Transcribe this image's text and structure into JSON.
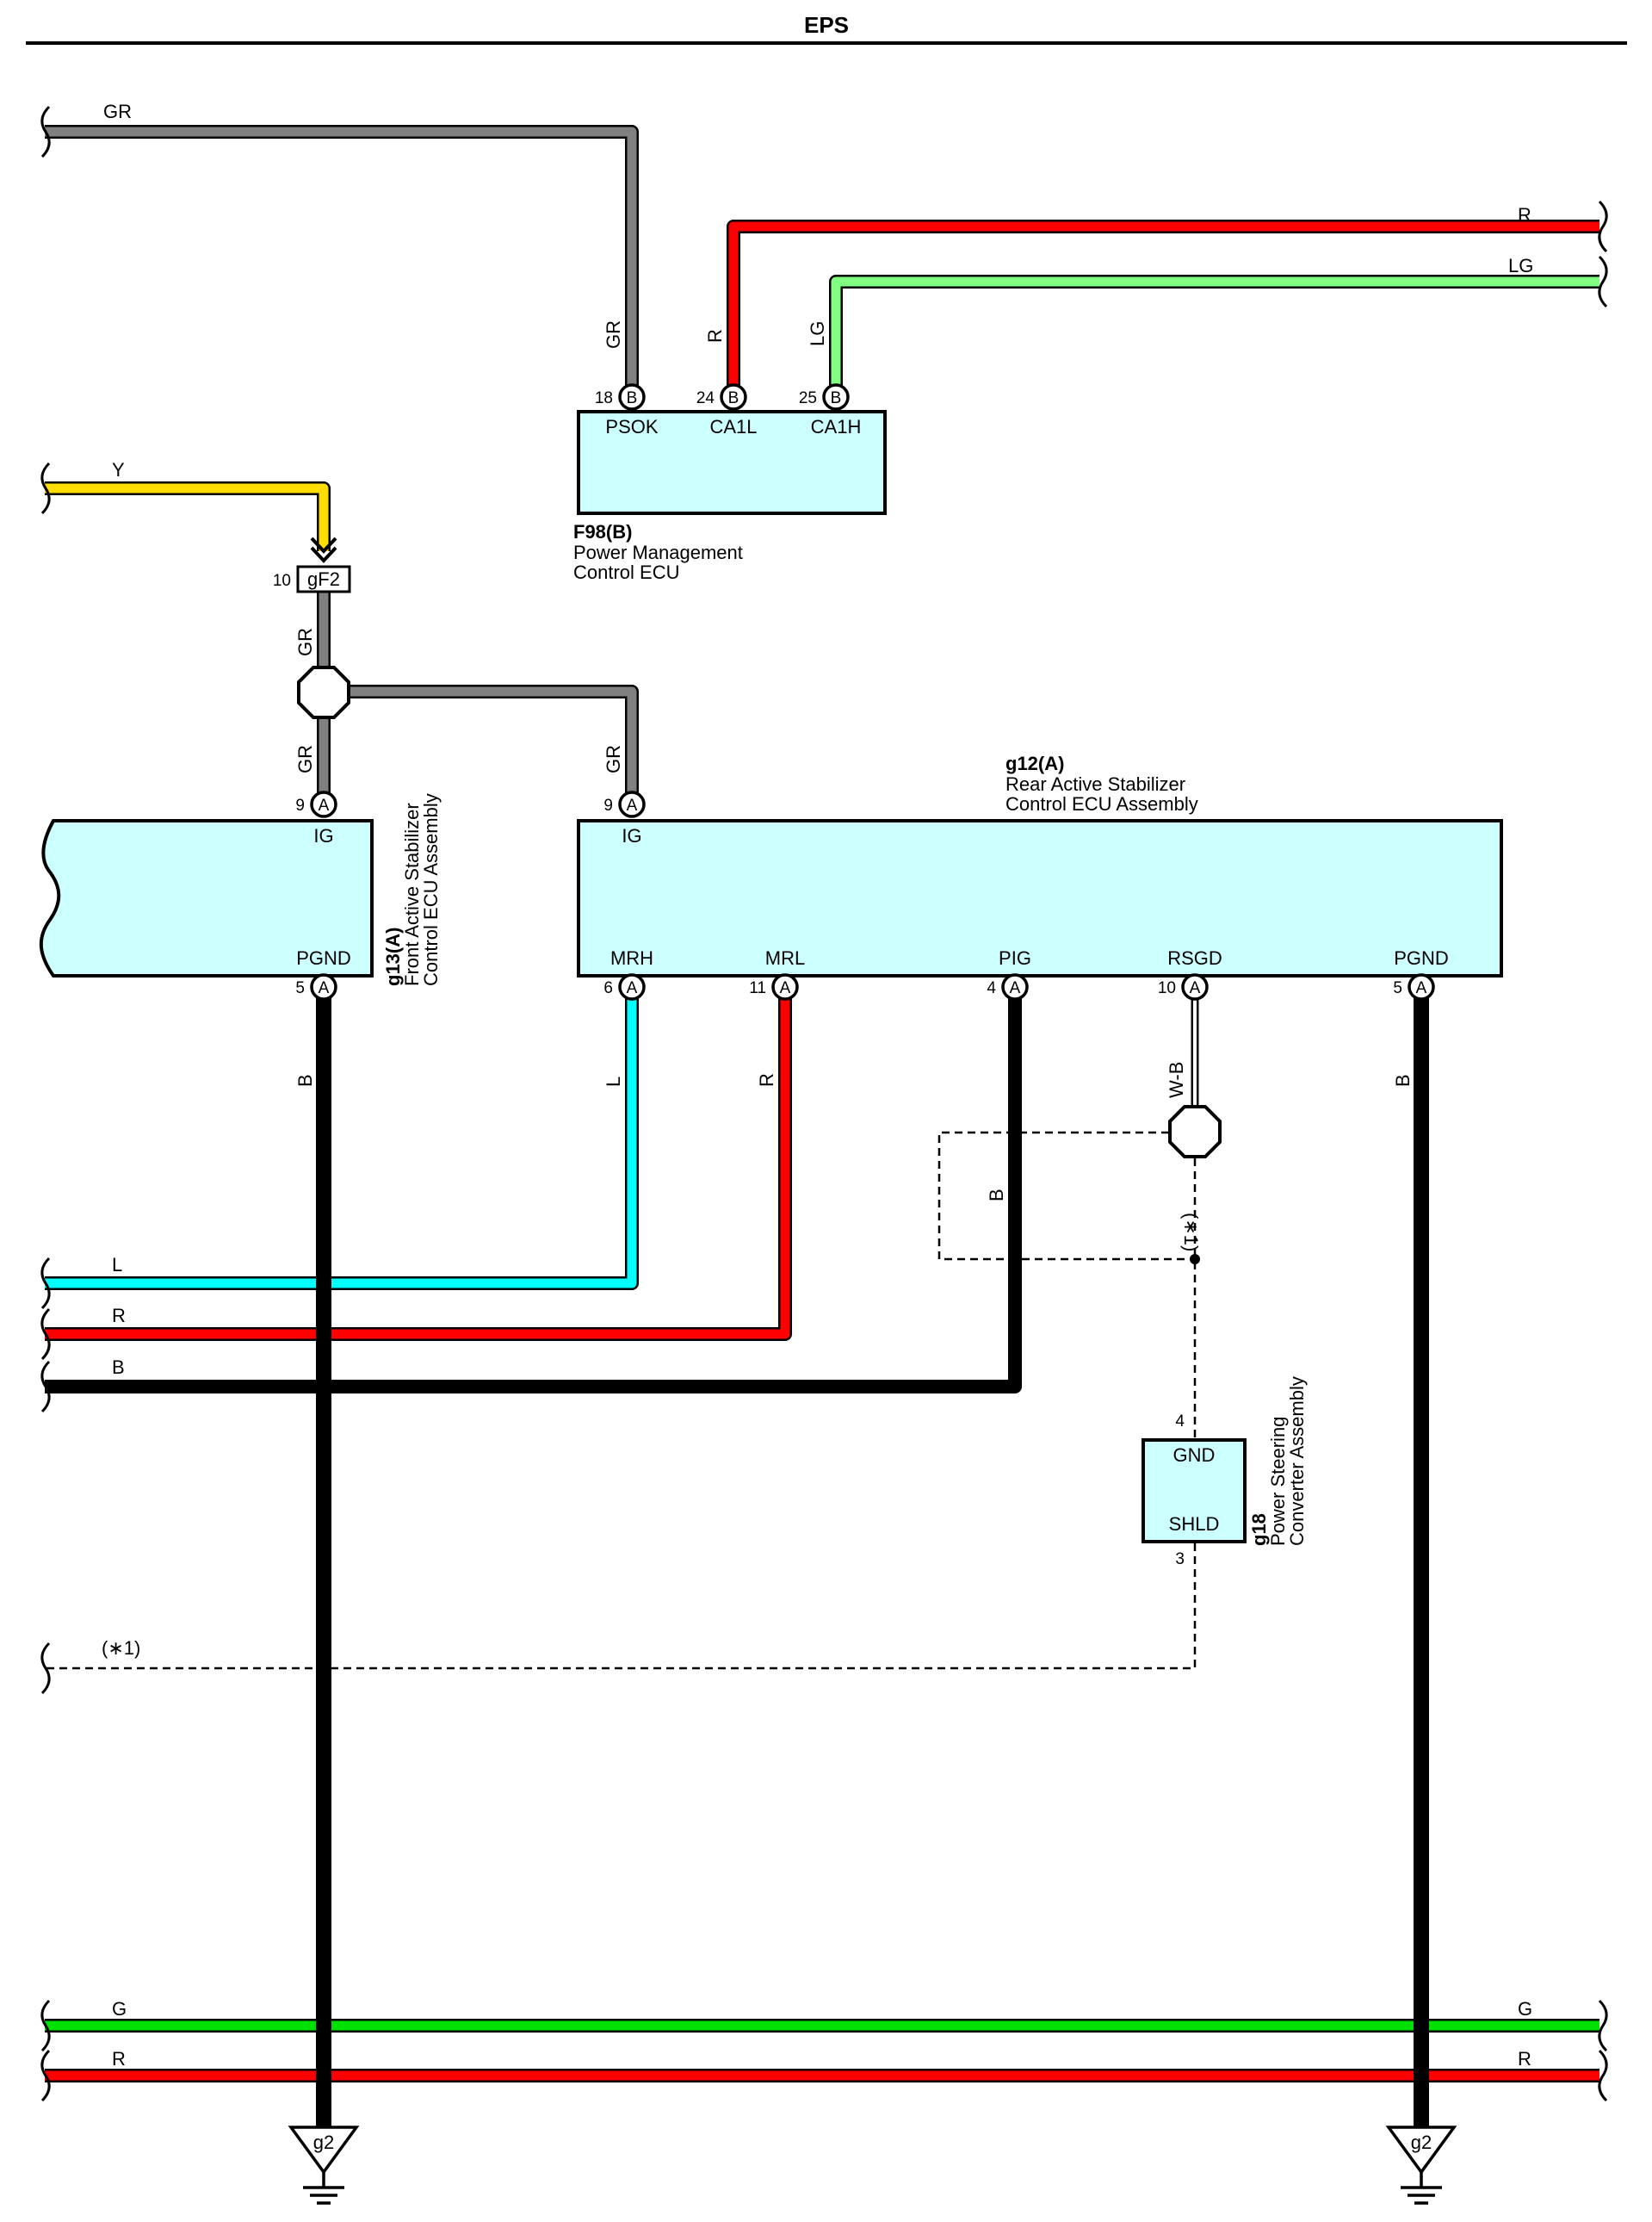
{
  "title": "EPS",
  "colors": {
    "GR": "#808080",
    "R": "#ff0000",
    "LG": "#80ff80",
    "Y": "#ffdd00",
    "L": "#00ffff",
    "B": "#000000",
    "G": "#00e000",
    "W-B": "#ffffff",
    "ecu_fill": "#ccffff"
  },
  "wires": {
    "gr_top": "GR",
    "r_top": "R",
    "lg_top": "LG",
    "y_left": "Y",
    "l_left": "L",
    "r_mid": "R",
    "b_mid": "B",
    "g_bottom_left": "G",
    "g_bottom_right": "G",
    "r_bottom_left": "R",
    "r_bottom_right": "R",
    "shield_note": "(∗1)",
    "shield_note_vert": "(∗1)"
  },
  "vertical_wire_labels": {
    "psok": "GR",
    "ca1l": "R",
    "ca1h": "LG",
    "gf2_below": "GR",
    "front_ig": "GR",
    "rear_ig": "GR",
    "front_pgnd": "B",
    "mrh": "L",
    "mrl": "R",
    "pig_branch": "B",
    "rsgd": "W-B",
    "rear_pgnd": "B"
  },
  "f98": {
    "code": "F98(B)",
    "name_line1": "Power Management",
    "name_line2": "Control ECU",
    "pins": [
      {
        "num": "18",
        "conn": "B",
        "name": "PSOK"
      },
      {
        "num": "24",
        "conn": "B",
        "name": "CA1L"
      },
      {
        "num": "25",
        "conn": "B",
        "name": "CA1H"
      }
    ]
  },
  "gf2": {
    "pin": "10",
    "code": "gF2"
  },
  "g13": {
    "code": "g13(A)",
    "name_line1": "Front Active Stabilizer",
    "name_line2": "Control ECU Assembly",
    "pins": [
      {
        "num": "9",
        "conn": "A",
        "name": "IG"
      },
      {
        "num": "5",
        "conn": "A",
        "name": "PGND"
      }
    ]
  },
  "g12": {
    "code": "g12(A)",
    "name_line1": "Rear Active Stabilizer",
    "name_line2": "Control ECU Assembly",
    "pins": [
      {
        "num": "9",
        "conn": "A",
        "name": "IG"
      },
      {
        "num": "6",
        "conn": "A",
        "name": "MRH"
      },
      {
        "num": "11",
        "conn": "A",
        "name": "MRL"
      },
      {
        "num": "4",
        "conn": "A",
        "name": "PIG"
      },
      {
        "num": "10",
        "conn": "A",
        "name": "RSGD"
      },
      {
        "num": "5",
        "conn": "A",
        "name": "PGND"
      }
    ]
  },
  "g18": {
    "code": "g18",
    "name_line1": "Power Steering",
    "name_line2": "Converter Assembly",
    "pins": [
      {
        "num": "4",
        "name": "GND"
      },
      {
        "num": "3",
        "name": "SHLD"
      }
    ]
  },
  "grounds": [
    {
      "code": "g2"
    },
    {
      "code": "g2"
    }
  ]
}
